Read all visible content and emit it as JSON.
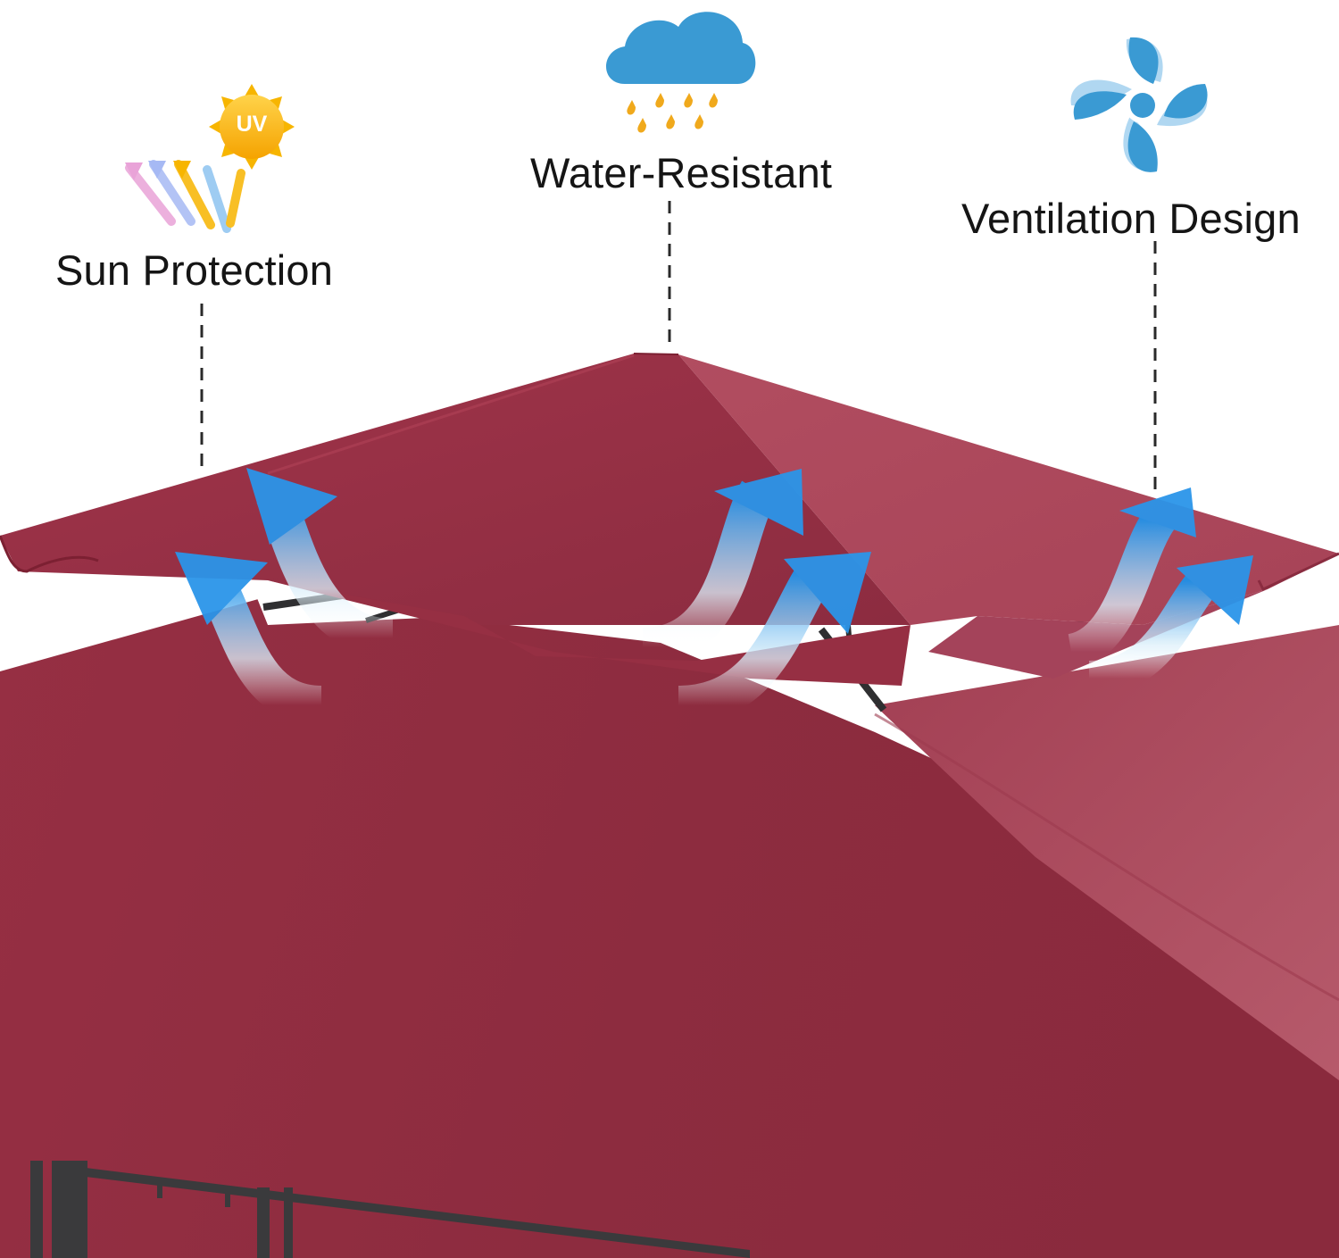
{
  "features": [
    {
      "label": "Sun Protection",
      "icon": "uv-sun-icon"
    },
    {
      "label": "Water-Resistant",
      "icon": "rain-cloud-icon"
    },
    {
      "label": "Ventilation Design",
      "icon": "fan-icon"
    }
  ],
  "uv_badge": "UV",
  "colors": {
    "canopy": "#8f2f42",
    "canopy_highlight": "#b04f61",
    "airflow": "#4ea8e8",
    "icon_blue": "#3a9ad3",
    "sun": "#f7b500",
    "frame": "#3a3a3c"
  }
}
